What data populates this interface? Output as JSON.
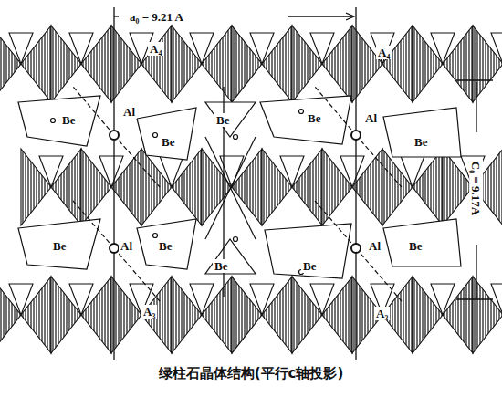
{
  "diagram": {
    "caption": "绿柱石晶体结构(平行c轴投影)",
    "labels": [
      "a₀ = 9.21 A",
      "C₀ = 9.17A",
      "A₄",
      "A₄",
      "A₃",
      "A₃",
      "Al",
      "Al",
      "Al",
      "Al",
      "Be",
      "Be",
      "Be",
      "Be",
      "Be",
      "Be",
      "Be",
      "Be",
      "Be",
      "Be"
    ]
  }
}
